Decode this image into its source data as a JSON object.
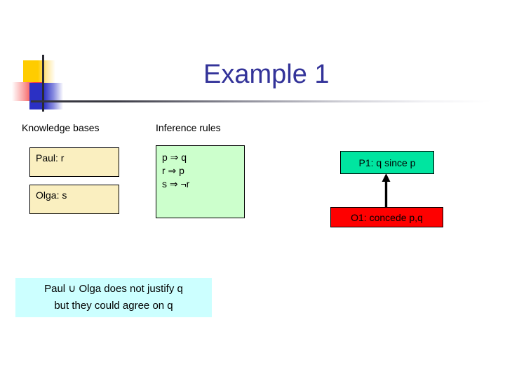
{
  "slide": {
    "title": "Example 1",
    "title_color": "#333399"
  },
  "columns": {
    "knowledge_bases_heading": "Knowledge bases",
    "inference_rules_heading": "Inference rules"
  },
  "knowledge_bases": {
    "box_color": "#FAEFC0",
    "items": [
      {
        "label": "Paul: r"
      },
      {
        "label": "Olga: s"
      }
    ]
  },
  "inference_rules": {
    "box_color": "#CCFFCC",
    "rules": [
      "p ⇒ q",
      "r ⇒ p",
      "s ⇒ ¬r"
    ]
  },
  "dialogue": {
    "proponent_move": {
      "label": "P1: q since p",
      "color": "#00E5A0"
    },
    "opponent_move": {
      "label": "O1: concede p,q",
      "color": "#FE0000"
    },
    "arrow": "up-arrow-icon"
  },
  "note": {
    "color": "#CCFFFF",
    "line1": "Paul ∪ Olga does not justify q",
    "line2": "but they could agree on q"
  },
  "logo": {
    "yellow": "#FFCC00",
    "red": "#F94040",
    "blue": "#2B30C4",
    "rule_line": "#33333B"
  }
}
